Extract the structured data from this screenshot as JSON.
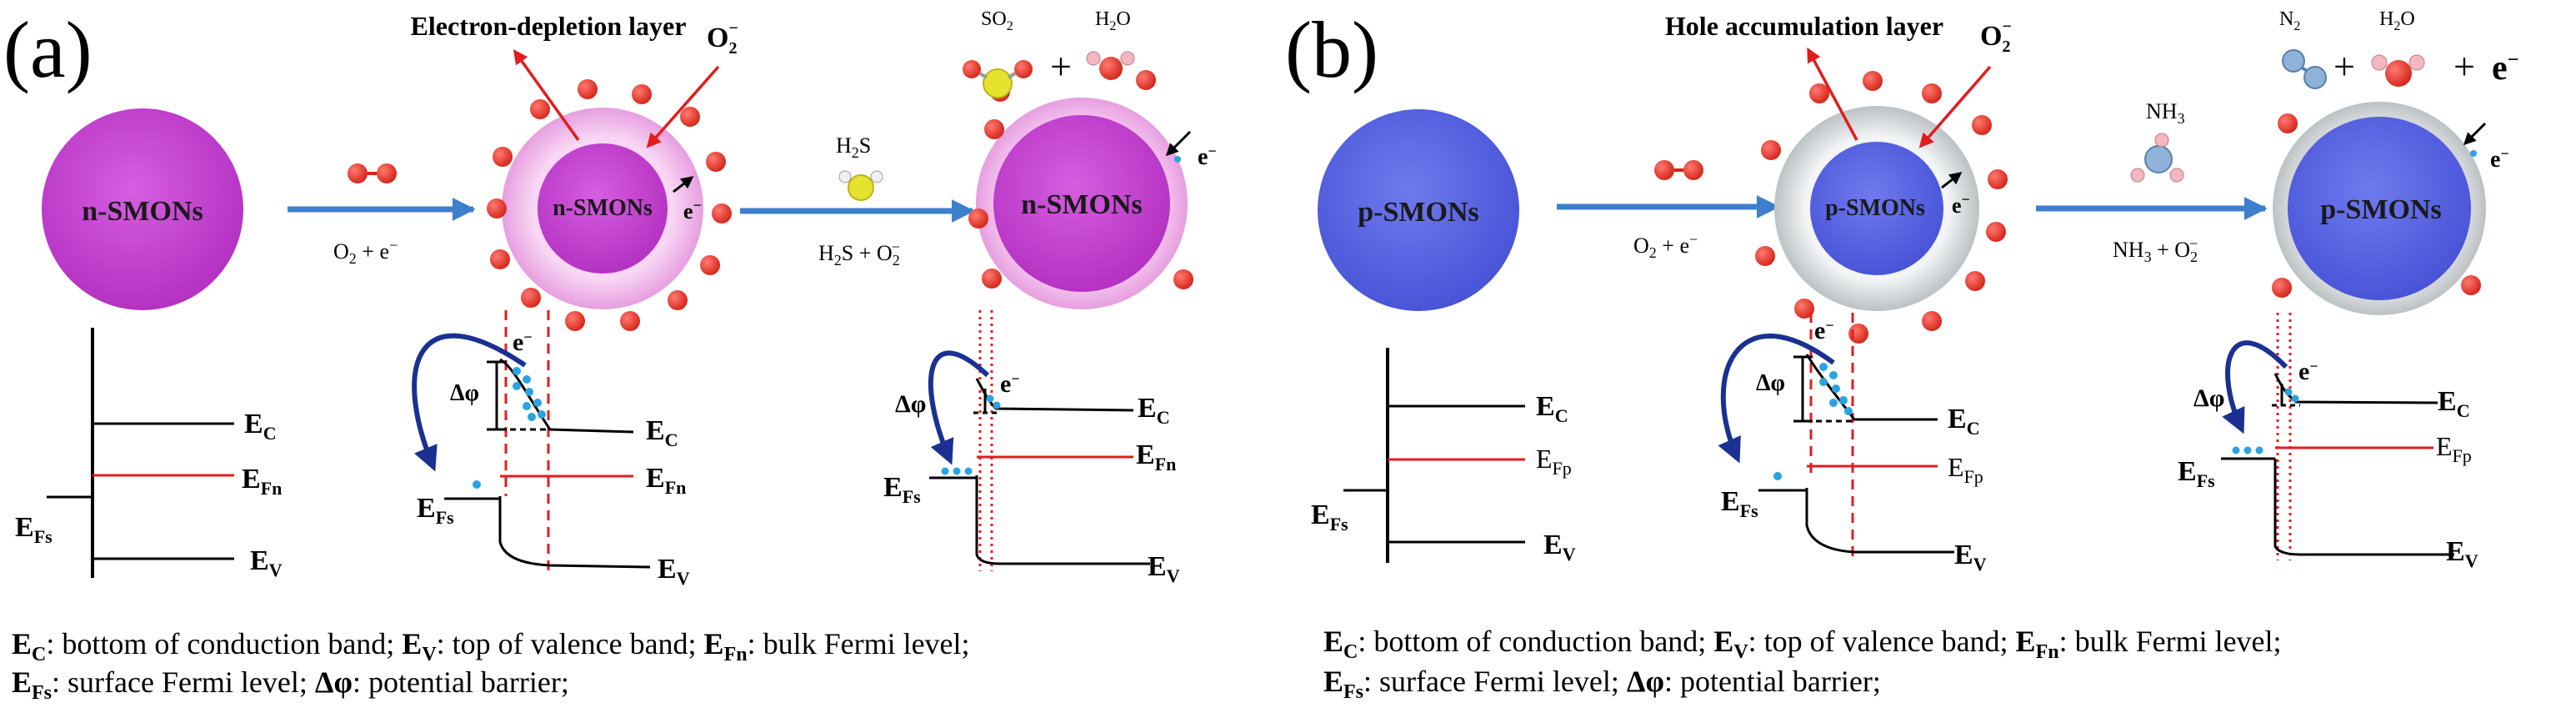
{
  "colors": {
    "n_particle": "#c43ccf",
    "n_shell": "#f4c3ee",
    "p_particle": "#5763e3",
    "p_shell": "#e9ecee",
    "arrow_blue": "#3d7fcd",
    "curve_blue": "#1a3192",
    "fermi_red": "#e31c1c",
    "oxygen_red": "#e2362c",
    "electron_dot": "#2aa3e0",
    "sulfur_yellow": "#e6e230"
  },
  "panel_a": {
    "letter": "(a)",
    "particle": "n-SMONs",
    "layer_label": "Electron-depletion layer",
    "o2_minus": "O",
    "o2_sub": "2",
    "o2_sup": "−",
    "gas_label": "H",
    "gas_sub": "2",
    "gas_tail": "S",
    "step1_label_main": "O",
    "step1_sub": "2",
    "step1_tail": " + e",
    "step1_sup": "−",
    "step2_label_a": "H",
    "step2_label_sub": "2",
    "step2_label_b": "S + O",
    "step2_label_sub2": "2",
    "step2_label_sup": "−",
    "product1": "SO",
    "product1_sub": "2",
    "product2": "H",
    "product2_sub": "2",
    "product2_tail": "O",
    "plus": "+",
    "electron": "e",
    "electron_sup": "−",
    "ec": "E",
    "ec_sub": "C",
    "efn": "E",
    "efn_sub": "Fn",
    "ev": "E",
    "ev_sub": "V",
    "efs": "E",
    "efs_sub": "Fs",
    "barrier": "Δφ",
    "legend_line1": [
      {
        "t": "E",
        "b": true
      },
      {
        "t": "C",
        "b": true,
        "sub": true
      },
      {
        "t": ": bottom of conduction band; "
      },
      {
        "t": "E",
        "b": true
      },
      {
        "t": "V",
        "b": true,
        "sub": true
      },
      {
        "t": ": top of valence band; "
      },
      {
        "t": "E",
        "b": true
      },
      {
        "t": "Fn",
        "b": true,
        "sub": true
      },
      {
        "t": ": bulk Fermi level;"
      }
    ],
    "legend_line2": [
      {
        "t": "E",
        "b": true
      },
      {
        "t": "Fs",
        "b": true,
        "sub": true
      },
      {
        "t": ": surface Fermi level; "
      },
      {
        "t": "Δφ",
        "b": true
      },
      {
        "t": ": potential barrier;"
      }
    ]
  },
  "panel_b": {
    "letter": "(b)",
    "particle": "p-SMONs",
    "layer_label": "Hole accumulation layer",
    "o2_minus": "O",
    "o2_sub": "2",
    "o2_sup": "−",
    "gas_label": "NH",
    "gas_sub": "3",
    "gas_tail": "",
    "step1_label_main": "O",
    "step1_sub": "2",
    "step1_tail": " + e",
    "step1_sup": "−",
    "step2_label_a": "NH",
    "step2_label_sub": "3",
    "step2_label_b": " + O",
    "step2_label_sub2": "2",
    "step2_label_sup": "−",
    "product1": "N",
    "product1_sub": "2",
    "product2": "H",
    "product2_sub": "2",
    "product2_tail": "O",
    "plus": "+",
    "electron": "e",
    "electron_sup": "−",
    "ec": "E",
    "ec_sub": "C",
    "efp": "E",
    "efp_sub": "Fp",
    "ev": "E",
    "ev_sub": "V",
    "efs": "E",
    "efs_sub": "Fs",
    "barrier": "Δφ",
    "legend_line1": [
      {
        "t": "E",
        "b": true
      },
      {
        "t": "C",
        "b": true,
        "sub": true
      },
      {
        "t": ": bottom of conduction band; "
      },
      {
        "t": "E",
        "b": true
      },
      {
        "t": "V",
        "b": true,
        "sub": true
      },
      {
        "t": ": top of valence band; "
      },
      {
        "t": "E",
        "b": true
      },
      {
        "t": "Fn",
        "b": true,
        "sub": true
      },
      {
        "t": ": bulk Fermi level;"
      }
    ],
    "legend_line2": [
      {
        "t": "E",
        "b": true
      },
      {
        "t": "Fs",
        "b": true,
        "sub": true
      },
      {
        "t": ": surface Fermi level; "
      },
      {
        "t": "Δφ",
        "b": true
      },
      {
        "t": ": potential barrier;"
      }
    ]
  }
}
